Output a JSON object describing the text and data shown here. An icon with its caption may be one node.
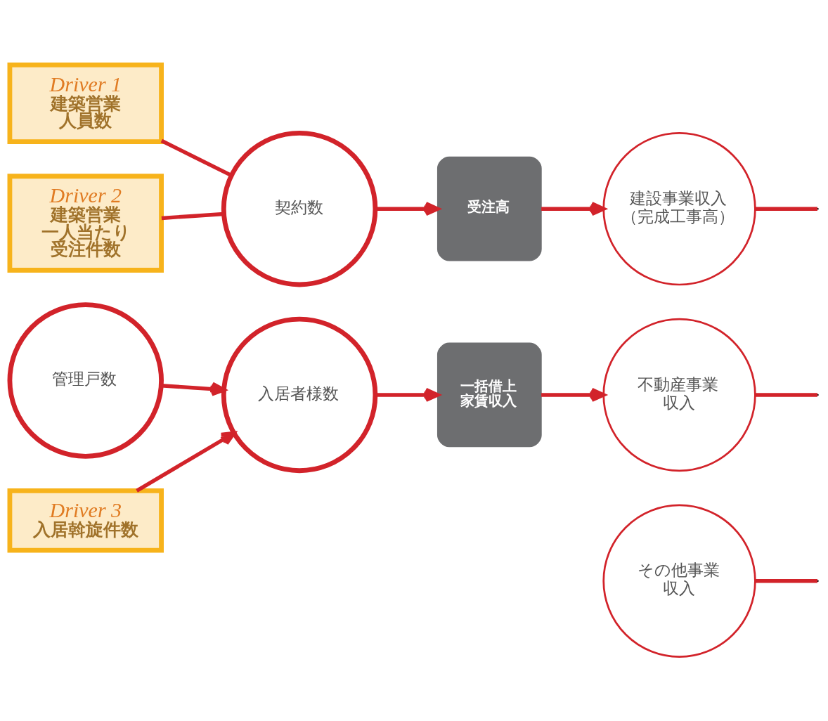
{
  "diagram": {
    "nodes": [
      {
        "text": [
          "Driver 1",
          "建築営業",
          "人員数"
        ]
      },
      {
        "text": [
          "Driver 2",
          "建築営業",
          "一人当たり",
          "受注件数"
        ]
      },
      {
        "text": [
          "契約数"
        ]
      },
      {
        "text": [
          "受注高"
        ]
      },
      {
        "text": [
          "建設事業収入",
          "（完成工事高）"
        ]
      },
      {
        "text": [
          "管理戸数"
        ]
      },
      {
        "text": [
          "入居者様数"
        ]
      },
      {
        "text": [
          "一括借上",
          "家賃収入"
        ]
      },
      {
        "text": [
          "不動産事業",
          "収入"
        ]
      },
      {
        "text": [
          "Driver 3",
          "入居斡旋件数"
        ]
      },
      {
        "text": [
          "その他事業",
          "収入"
        ]
      }
    ],
    "edges": [
      {
        "from": 0,
        "to": 2,
        "arrow": "none"
      },
      {
        "from": 1,
        "to": 2,
        "arrow": "none"
      },
      {
        "from": 2,
        "to": 3,
        "arrow": "to"
      },
      {
        "from": 3,
        "to": 4,
        "arrow": "to"
      },
      {
        "from": 5,
        "to": 6,
        "arrow": "to"
      },
      {
        "from": 6,
        "to": 7,
        "arrow": "to"
      },
      {
        "from": 7,
        "to": 8,
        "arrow": "to"
      },
      {
        "from": 9,
        "to": 6,
        "arrow": "to"
      },
      {
        "from": 4,
        "to": null,
        "arrow": "none"
      },
      {
        "from": 8,
        "to": null,
        "arrow": "none"
      },
      {
        "from": 10,
        "to": null,
        "arrow": "none"
      }
    ]
  }
}
